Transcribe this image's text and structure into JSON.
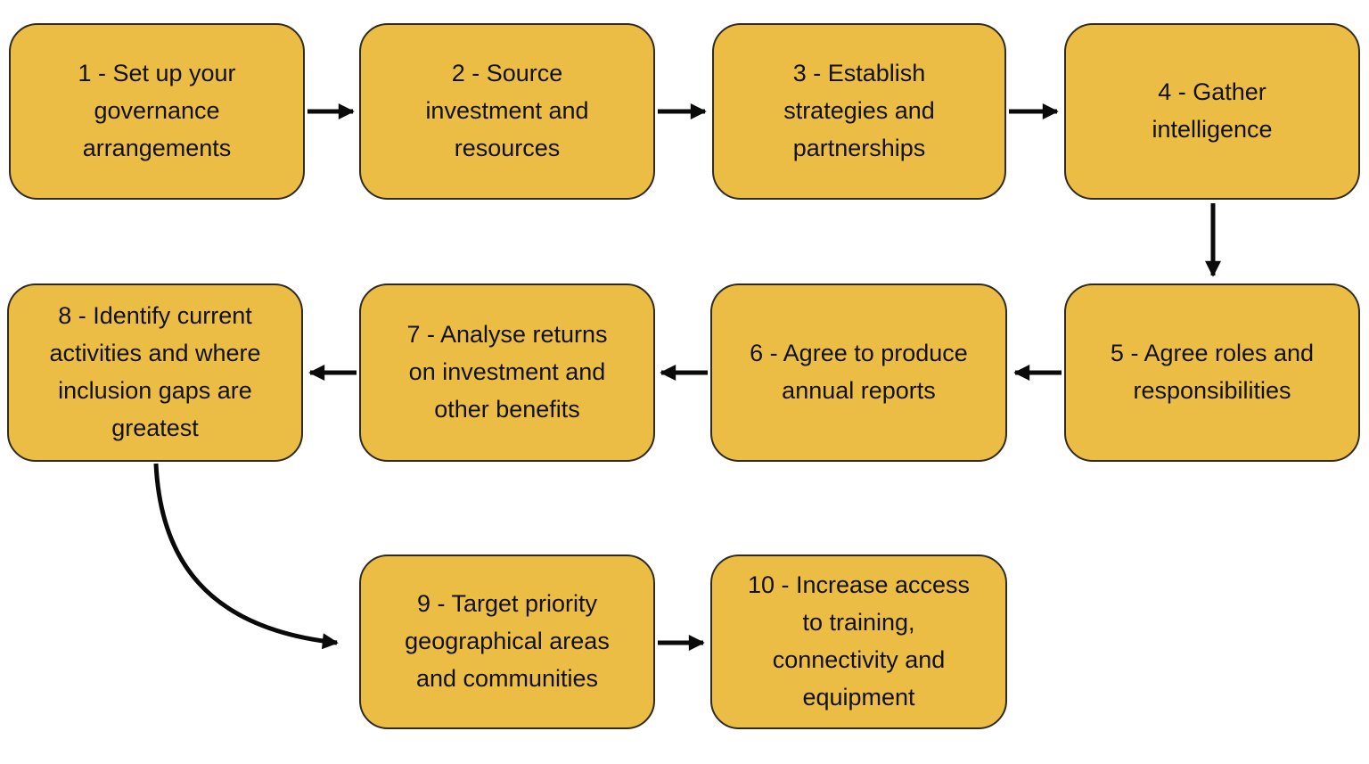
{
  "diagram": {
    "type": "flowchart",
    "background": "#ffffff",
    "node_fill": "#ecbd45",
    "node_border": "#2f2b20",
    "arrow_color": "#0a0a0a",
    "text_color": "#111111",
    "boxes": [
      {
        "id": "1",
        "label": "1 - Set up your governance arrangements",
        "lines": [
          "1 - Set up your",
          "governance",
          "arrangements"
        ]
      },
      {
        "id": "2",
        "label": "2 - Source investment and resources",
        "lines": [
          "2 - Source",
          "investment and",
          "resources"
        ]
      },
      {
        "id": "3",
        "label": "3 - Establish strategies and partnerships",
        "lines": [
          "3 - Establish",
          "strategies and",
          "partnerships"
        ]
      },
      {
        "id": "4",
        "label": "4 - Gather intelligence",
        "lines": [
          "4 - Gather",
          "intelligence"
        ]
      },
      {
        "id": "5",
        "label": "5 - Agree roles and responsibilities",
        "lines": [
          "5 - Agree roles and",
          "responsibilities"
        ]
      },
      {
        "id": "6",
        "label": "6 - Agree to produce annual reports",
        "lines": [
          "6 - Agree to produce",
          "annual reports"
        ]
      },
      {
        "id": "7",
        "label": "7 - Analyse returns on investment and other benefits",
        "lines": [
          "7 - Analyse returns",
          "on investment and",
          "other benefits"
        ]
      },
      {
        "id": "8",
        "label": "8 - Identify current activities and where inclusion gaps are greatest",
        "lines": [
          "8 - Identify current",
          "activities and where",
          "inclusion gaps are",
          "greatest"
        ]
      },
      {
        "id": "9",
        "label": "9 - Target priority geographical areas and communities",
        "lines": [
          "9 - Target priority",
          "geographical areas",
          "and communities"
        ]
      },
      {
        "id": "10",
        "label": "10 - Increase access to training, connectivity and equipment",
        "lines": [
          "10 - Increase access",
          "to training,",
          "connectivity and",
          "equipment"
        ]
      }
    ],
    "arrows": [
      {
        "from": "1",
        "to": "2",
        "direction": "right"
      },
      {
        "from": "2",
        "to": "3",
        "direction": "right"
      },
      {
        "from": "3",
        "to": "4",
        "direction": "right"
      },
      {
        "from": "4",
        "to": "5",
        "direction": "down"
      },
      {
        "from": "5",
        "to": "6",
        "direction": "left"
      },
      {
        "from": "6",
        "to": "7",
        "direction": "left"
      },
      {
        "from": "7",
        "to": "8",
        "direction": "left"
      },
      {
        "from": "8",
        "to": "9",
        "direction": "curved-down-right"
      },
      {
        "from": "9",
        "to": "10",
        "direction": "right"
      }
    ]
  }
}
